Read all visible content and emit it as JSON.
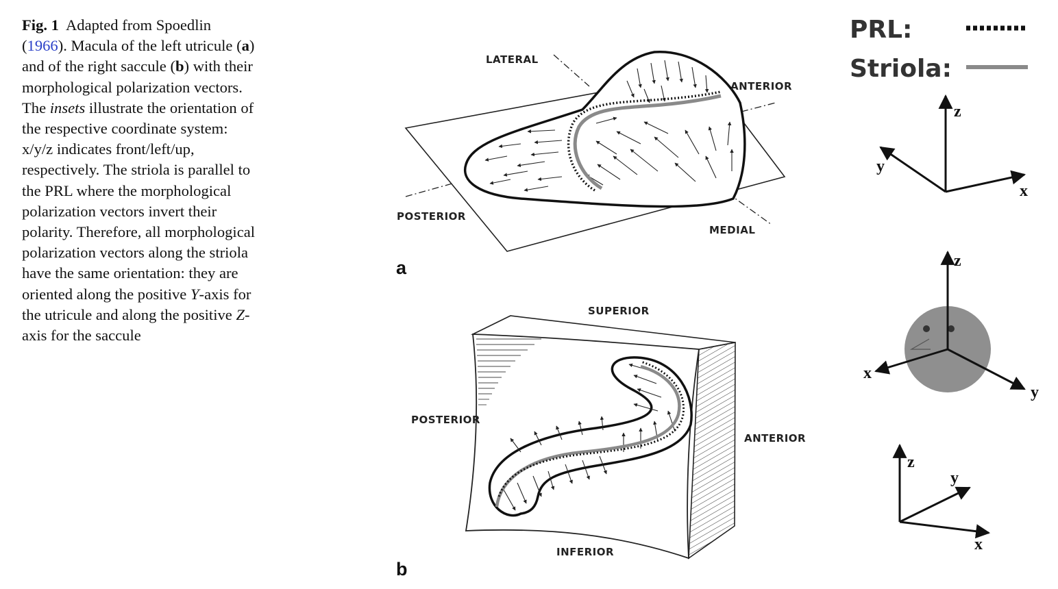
{
  "caption": {
    "fig_label": "Fig. 1",
    "p1": "Adapted from Spoedlin (",
    "ref_year": "1966",
    "p2": "). Macula of the left utricule (",
    "a": "a",
    "p3": ") and of the right saccule (",
    "b": "b",
    "p4": ") with their morphological polarization vectors. The ",
    "insets": "insets",
    "p5": " illustrate the orientation of the respective coordinate system: x/y/z indicates front/left/up, respectively. The striola is parallel to the PRL where the morphological polarization vectors invert their polarity. Therefore, all morphological polarization vectors along the striola have the same orientation: they are oriented along the positive ",
    "Y": "Y",
    "p6": "-axis for the utricule and along the positive ",
    "Z": "Z",
    "p7": "-axis for the saccule"
  },
  "panel_a": {
    "letter": "a",
    "lateral": "LATERAL",
    "anterior": "ANTERIOR",
    "posterior": "POSTERIOR",
    "medial": "MEDIAL"
  },
  "panel_b": {
    "letter": "b",
    "superior": "SUPERIOR",
    "posterior": "POSTERIOR",
    "anterior": "ANTERIOR",
    "inferior": "INFERIOR"
  },
  "legend": {
    "prl": "PRL:",
    "striola": "Striola:",
    "prl_color": "#111111",
    "striola_color": "#8a8a8a"
  },
  "insets": {
    "top": {
      "z": "z",
      "y": "y",
      "x": "x"
    },
    "middle": {
      "z": "z",
      "x": "x",
      "y": "y",
      "head_color": "#8f8f8f"
    },
    "bottom": {
      "z": "z",
      "y": "y",
      "x": "x"
    }
  }
}
